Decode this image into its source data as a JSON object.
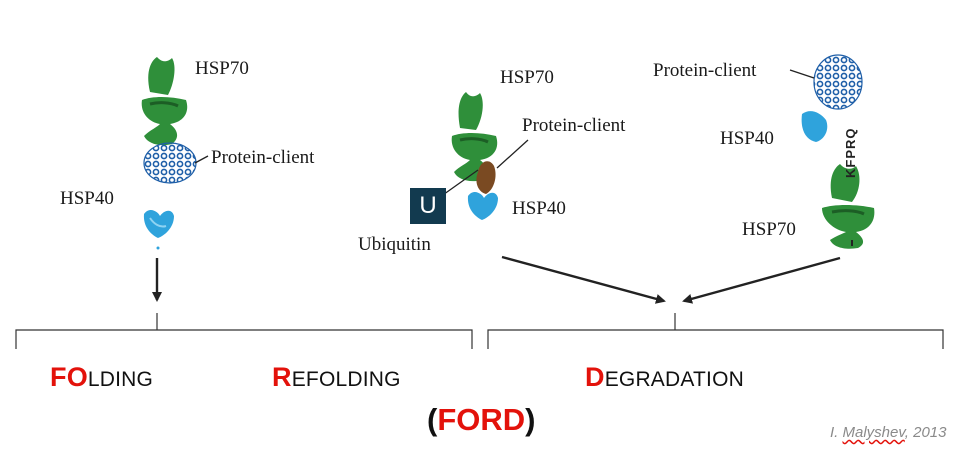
{
  "labels": {
    "hsp70": "HSP70",
    "hsp40": "HSP40",
    "protein_client": "Protein-client",
    "ubiquitin": "Ubiquitin",
    "u": "U",
    "kfprq": "KFPRQ"
  },
  "terms": {
    "folding": {
      "initial": "FO",
      "rest": "LDING"
    },
    "refolding": {
      "initial": "R",
      "rest": "EFOLDING"
    },
    "degradation": {
      "initial": "D",
      "rest": "EGRADATION"
    }
  },
  "acronym": {
    "open": "(",
    "word": "FORD",
    "close": ")"
  },
  "credit": {
    "prefix": "I. ",
    "name": "Malyshev",
    "suffix": ", 2013"
  },
  "colors": {
    "hsp70_green": "#2f8f3a",
    "hsp70_dark": "#1c5e25",
    "hsp40_blue": "#2fa3dc",
    "client_blue": "#1f5fa8",
    "ubiquitin_box": "#123a4f",
    "brown_client": "#7a4a22",
    "accent_red": "#e3120b"
  }
}
